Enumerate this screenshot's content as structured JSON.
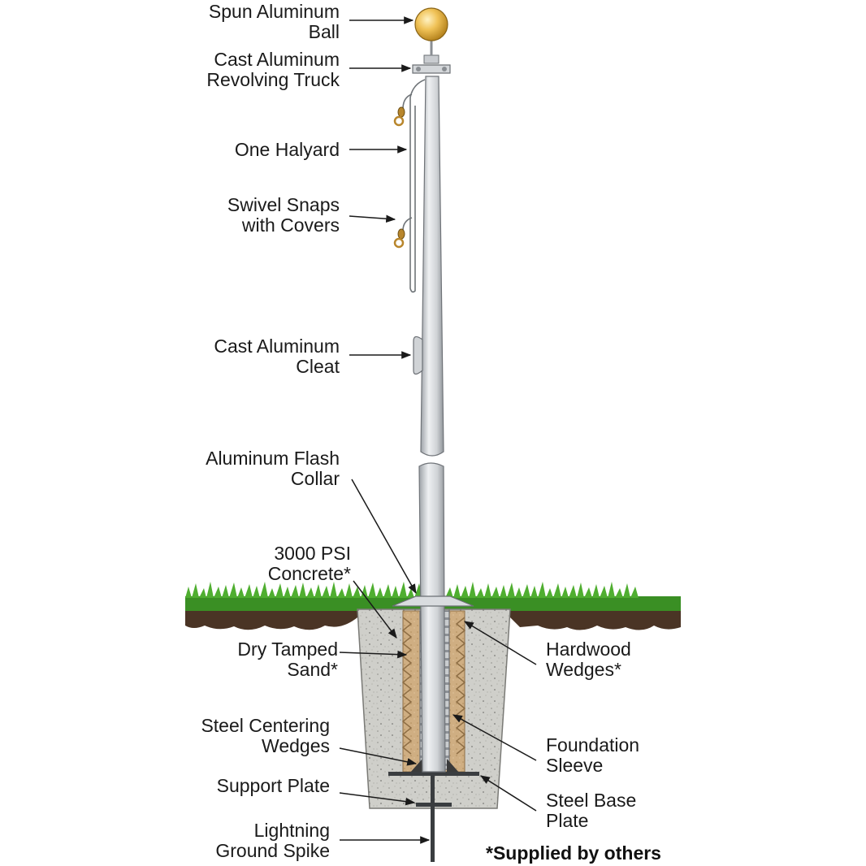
{
  "labels": {
    "spun_ball": [
      "Spun Aluminum",
      "Ball"
    ],
    "truck": [
      "Cast Aluminum",
      "Revolving Truck"
    ],
    "halyard": [
      "One Halyard"
    ],
    "swivel_snaps": [
      "Swivel Snaps",
      "with Covers"
    ],
    "cleat": [
      "Cast Aluminum",
      "Cleat"
    ],
    "flash_collar": [
      "Aluminum Flash",
      "Collar"
    ],
    "concrete": [
      "3000 PSI",
      "Concrete*"
    ],
    "sand": [
      "Dry Tamped",
      "Sand*"
    ],
    "centering_wedges": [
      "Steel Centering",
      "Wedges"
    ],
    "support_plate": [
      "Support Plate"
    ],
    "ground_spike": [
      "Lightning",
      "Ground Spike"
    ],
    "hardwood_wedges": [
      "Hardwood",
      "Wedges*"
    ],
    "foundation_sleeve": [
      "Foundation",
      "Sleeve"
    ],
    "base_plate": [
      "Steel Base",
      "Plate"
    ]
  },
  "footnote": "*Supplied by others",
  "colors": {
    "ball": "#e8b84a",
    "pole": "#d4d7da",
    "grass": "#3a8f24",
    "soil": "#4a3425",
    "concrete": "#c8c8c4",
    "sand": "#c9a878",
    "snap_brass": "#b8862c"
  }
}
